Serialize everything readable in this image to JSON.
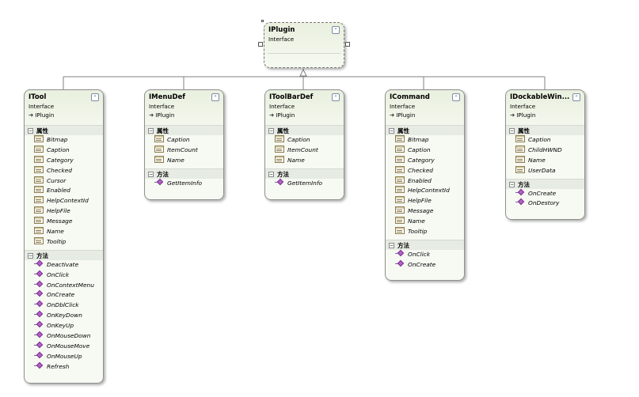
{
  "diagram": {
    "compartment_labels": {
      "properties": "属性",
      "methods": "方法"
    },
    "shapes": [
      {
        "id": "iplugin",
        "title": "IPlugin",
        "stereotype": "Interface",
        "base": "",
        "properties": [],
        "methods": [],
        "selected": true
      },
      {
        "id": "itool",
        "title": "ITool",
        "stereotype": "Interface",
        "base": "IPlugin",
        "properties": [
          "Bitmap",
          "Caption",
          "Category",
          "Checked",
          "Cursor",
          "Enabled",
          "HelpContextId",
          "HelpFile",
          "Message",
          "Name",
          "Tooltip"
        ],
        "methods": [
          "Deactivate",
          "OnClick",
          "OnContextMenu",
          "OnCreate",
          "OnDblClick",
          "OnKeyDown",
          "OnKeyUp",
          "OnMouseDown",
          "OnMouseMove",
          "OnMouseUp",
          "Refresh"
        ]
      },
      {
        "id": "imenudef",
        "title": "IMenuDef",
        "stereotype": "Interface",
        "base": "IPlugin",
        "properties": [
          "Caption",
          "ItemCount",
          "Name"
        ],
        "methods": [
          "GetItemInfo"
        ]
      },
      {
        "id": "itoolbardef",
        "title": "IToolBarDef",
        "stereotype": "Interface",
        "base": "IPlugin",
        "properties": [
          "Caption",
          "ItemCount",
          "Name"
        ],
        "methods": [
          "GetItemInfo"
        ]
      },
      {
        "id": "icommand",
        "title": "ICommand",
        "stereotype": "Interface",
        "base": "IPlugin",
        "properties": [
          "Bitmap",
          "Caption",
          "Category",
          "Checked",
          "Enabled",
          "HelpContextId",
          "HelpFile",
          "Message",
          "Name",
          "Tooltip"
        ],
        "methods": [
          "OnClick",
          "OnCreate"
        ]
      },
      {
        "id": "idockablewin",
        "title": "IDockableWin...",
        "stereotype": "Interface",
        "base": "IPlugin",
        "properties": [
          "Caption",
          "ChildHWND",
          "Name",
          "UserData"
        ],
        "methods": [
          "OnCreate",
          "OnDestory"
        ]
      }
    ],
    "colors": {
      "header_gradient": "#e9f0de",
      "body": "#f7faf3",
      "border": "#8f8f8f",
      "connector": "#808080",
      "method_icon": "#b560c8"
    },
    "icons": {
      "collapse": "double-chevron-up-icon",
      "inherits": "inheritance-arrow-icon",
      "property": "property-icon",
      "method": "method-icon"
    }
  }
}
